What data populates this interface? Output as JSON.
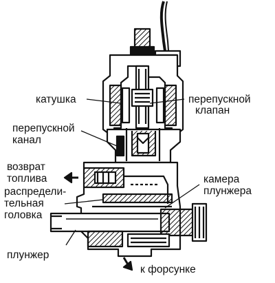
{
  "labels": {
    "coil": "катушка",
    "bypass_valve_1": "перепускной",
    "bypass_valve_2": "клапан",
    "bypass_channel_1": "перепускной",
    "bypass_channel_2": "канал",
    "fuel_return_1": "возврат",
    "fuel_return_2": "топлива",
    "plunger_chamber_1": "камера",
    "plunger_chamber_2": "плунжера",
    "dist_head_1": "распредели-",
    "dist_head_2": "тельная",
    "dist_head_3": "головка",
    "plunger": "плунжер",
    "to_injector": "к форсунке"
  },
  "colors": {
    "ink": "#111111",
    "paper": "#ffffff"
  }
}
